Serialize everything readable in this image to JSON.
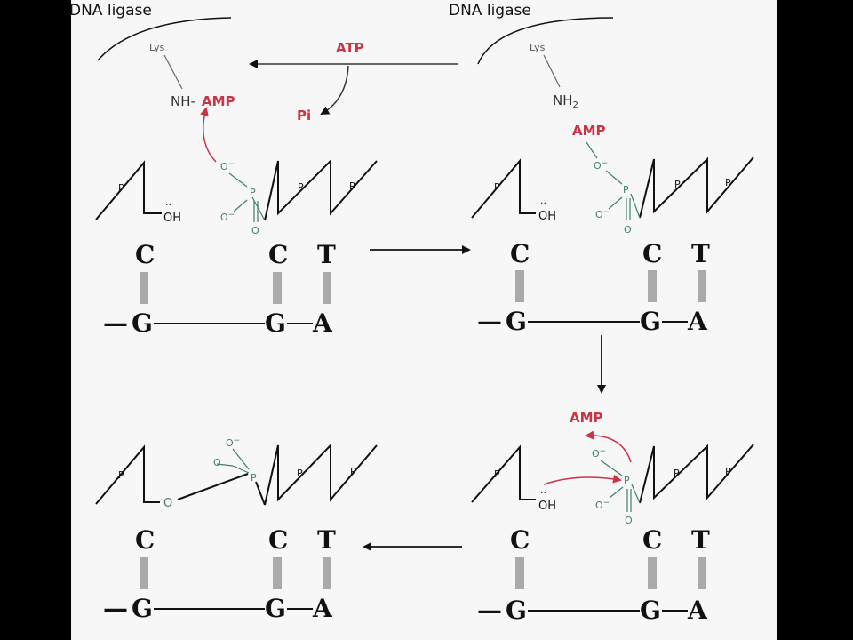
{
  "colors": {
    "background": "#000000",
    "panel": "#f7f7f7",
    "black": "#111111",
    "red": "#cc3344",
    "green": "#3f7f6a",
    "pair": "#aaaaaa"
  },
  "enzyme": {
    "left_title": "DNA ligase",
    "right_title": "DNA ligase",
    "left_residue": "Lys",
    "right_residue": "Lys",
    "nh_prefix": "NH-",
    "amp_bound": "AMP",
    "nh2": "NH",
    "nh2_sub": "2"
  },
  "reagents": {
    "atp": "ATP",
    "pi": "Pi"
  },
  "groups": {
    "p": "P",
    "o_minus": "O",
    "minus": "−",
    "o": "O",
    "oh": "OH",
    "oh_dots": "··",
    "amp": "AMP"
  },
  "bases": {
    "top": [
      "C",
      "C",
      "T"
    ],
    "bottom_prefix": "—",
    "bottom": [
      "G",
      "G",
      "A"
    ]
  },
  "icons": [
    "arrow-right-icon",
    "arrow-down-icon",
    "arrow-left-icon",
    "curved-arrow-icon"
  ]
}
